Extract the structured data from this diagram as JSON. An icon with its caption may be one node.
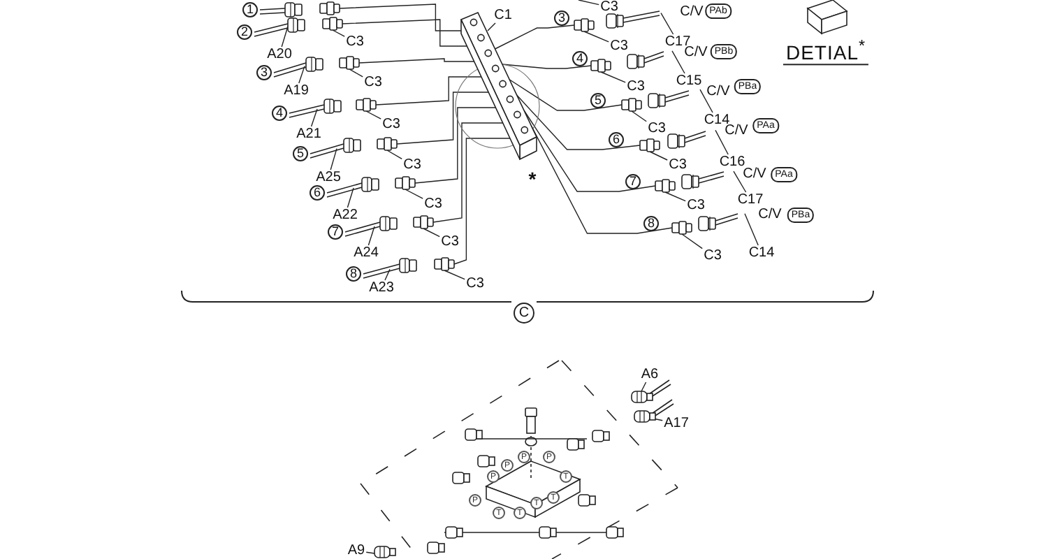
{
  "diagram": {
    "nodes": [
      {
        "text": [
          "C1"
        ]
      },
      {
        "text": [
          "C3"
        ]
      },
      {
        "text": [
          "A20"
        ]
      },
      {
        "text": [
          "C3"
        ]
      },
      {
        "text": [
          "A19"
        ]
      },
      {
        "text": [
          "C3"
        ]
      },
      {
        "text": [
          "A21"
        ]
      },
      {
        "text": [
          "C3"
        ]
      },
      {
        "text": [
          "A25"
        ]
      },
      {
        "text": [
          "C3"
        ]
      },
      {
        "text": [
          "A22"
        ]
      },
      {
        "text": [
          "C3"
        ]
      },
      {
        "text": [
          "A24"
        ]
      },
      {
        "text": [
          "C3"
        ]
      },
      {
        "text": [
          "A23"
        ]
      },
      {
        "text": [
          "C3"
        ]
      },
      {
        "text": [
          "C3"
        ]
      },
      {
        "text": [
          "C17"
        ]
      },
      {
        "text": [
          "C3"
        ]
      },
      {
        "text": [
          "C15"
        ]
      },
      {
        "text": [
          "C3"
        ]
      },
      {
        "text": [
          "C14"
        ]
      },
      {
        "text": [
          "C3"
        ]
      },
      {
        "text": [
          "C16"
        ]
      },
      {
        "text": [
          "C3"
        ]
      },
      {
        "text": [
          "C17"
        ]
      },
      {
        "text": [
          "C3"
        ]
      },
      {
        "text": [
          "C14"
        ]
      },
      {
        "text": [
          "A6"
        ]
      },
      {
        "text": [
          "A17"
        ]
      },
      {
        "text": [
          "A9"
        ]
      },
      {
        "text": [],
        "shape": "picture"
      },
      {
        "text": [],
        "shape": "picture"
      },
      {
        "text": [],
        "shape": "picture"
      },
      {
        "text": [],
        "shape": "picture"
      },
      {
        "text": [],
        "shape": "picture"
      },
      {
        "text": [],
        "shape": "picture"
      },
      {
        "text": [],
        "shape": "picture"
      },
      {
        "text": [],
        "shape": "picture"
      },
      {
        "text": [],
        "shape": "picture"
      },
      {
        "text": [],
        "shape": "picture"
      },
      {
        "text": [],
        "shape": "picture"
      },
      {
        "text": [],
        "shape": "picture"
      },
      {
        "text": [],
        "shape": "picture"
      },
      {
        "text": [],
        "shape": "picture"
      },
      {
        "text": [],
        "shape": "picture"
      },
      {
        "text": [],
        "shape": "picture"
      },
      {
        "text": [],
        "shape": "picture"
      },
      {
        "text": [],
        "shape": "picture"
      },
      {
        "text": [],
        "shape": "picture"
      },
      {
        "text": [],
        "shape": "picture"
      },
      {
        "text": [],
        "shape": "picture"
      },
      {
        "text": [],
        "shape": "picture"
      },
      {
        "text": [],
        "shape": "picture"
      },
      {
        "text": [],
        "shape": "picture"
      },
      {
        "text": [],
        "shape": "picture"
      },
      {
        "text": [],
        "shape": "picture"
      },
      {
        "text": [],
        "shape": "picture"
      },
      {
        "text": [],
        "shape": "picture"
      },
      {
        "text": [],
        "shape": "picture"
      },
      {
        "text": [],
        "shape": "picture"
      },
      {
        "text": [],
        "shape": "picture"
      },
      {
        "text": [],
        "shape": "picture"
      }
    ],
    "edges": [
      {
        "from": 0,
        "to": 31,
        "arrow": "none"
      },
      {
        "from": 1,
        "to": null,
        "arrow": "none"
      },
      {
        "from": 2,
        "to": 33,
        "arrow": "none"
      },
      {
        "from": 3,
        "to": 41,
        "arrow": "none"
      },
      {
        "from": 4,
        "to": 34,
        "arrow": "none"
      },
      {
        "from": 5,
        "to": 42,
        "arrow": "none"
      },
      {
        "from": 6,
        "to": 35,
        "arrow": "none"
      },
      {
        "from": 7,
        "to": 43,
        "arrow": "none"
      },
      {
        "from": 8,
        "to": 36,
        "arrow": "none"
      },
      {
        "from": 9,
        "to": 44,
        "arrow": "none"
      },
      {
        "from": 10,
        "to": 37,
        "arrow": "none"
      },
      {
        "from": 11,
        "to": 45,
        "arrow": "none"
      },
      {
        "from": 12,
        "to": 38,
        "arrow": "none"
      },
      {
        "from": 13,
        "to": 46,
        "arrow": "none"
      },
      {
        "from": 14,
        "to": 39,
        "arrow": "none"
      },
      {
        "from": 15,
        "to": 47,
        "arrow": "none"
      },
      {
        "from": 16,
        "to": 48,
        "arrow": "none"
      },
      {
        "from": 17,
        "to": 54,
        "arrow": "none"
      },
      {
        "from": 18,
        "to": 49,
        "arrow": "none"
      },
      {
        "from": 19,
        "to": 55,
        "arrow": "none"
      },
      {
        "from": 20,
        "to": 50,
        "arrow": "none"
      },
      {
        "from": 21,
        "to": 56,
        "arrow": "none"
      },
      {
        "from": 22,
        "to": 51,
        "arrow": "none"
      },
      {
        "from": 23,
        "to": 57,
        "arrow": "none"
      },
      {
        "from": 24,
        "to": 52,
        "arrow": "none"
      },
      {
        "from": 25,
        "to": 58,
        "arrow": "none"
      },
      {
        "from": 26,
        "to": 53,
        "arrow": "none"
      },
      {
        "from": 27,
        "to": 59,
        "arrow": "none"
      },
      {
        "from": 28,
        "to": 60,
        "arrow": "none"
      },
      {
        "from": 29,
        "to": 61,
        "arrow": "none"
      },
      {
        "from": 30,
        "to": 62,
        "arrow": "none"
      },
      {
        "from": 40,
        "to": 31,
        "arrow": "none"
      },
      {
        "from": 41,
        "to": 31,
        "arrow": "none"
      },
      {
        "from": 42,
        "to": 31,
        "arrow": "none"
      },
      {
        "from": 43,
        "to": 31,
        "arrow": "none"
      },
      {
        "from": 44,
        "to": 31,
        "arrow": "none"
      },
      {
        "from": 45,
        "to": 31,
        "arrow": "none"
      },
      {
        "from": 46,
        "to": 31,
        "arrow": "none"
      },
      {
        "from": 47,
        "to": 31,
        "arrow": "none"
      },
      {
        "from": 48,
        "to": 31,
        "arrow": "none"
      },
      {
        "from": 49,
        "to": 31,
        "arrow": "none"
      },
      {
        "from": 50,
        "to": 31,
        "arrow": "none"
      },
      {
        "from": 51,
        "to": 31,
        "arrow": "none"
      },
      {
        "from": 52,
        "to": 31,
        "arrow": "none"
      },
      {
        "from": 53,
        "to": 31,
        "arrow": "none"
      }
    ],
    "labels": [
      "1",
      "2",
      "3",
      "4",
      "5",
      "6",
      "7",
      "8",
      "3",
      "C/V",
      "PAb",
      "4",
      "C/V",
      "PBb",
      "5",
      "C/V",
      "PBa",
      "6",
      "C/V",
      "PAa",
      "7",
      "C/V",
      "PAa",
      "8",
      "C/V",
      "PBa",
      "DETIAL$^{*}$",
      "*",
      "C",
      "P",
      "P",
      "P",
      "P",
      "T",
      "T",
      "P",
      "T",
      "T",
      "T"
    ]
  }
}
